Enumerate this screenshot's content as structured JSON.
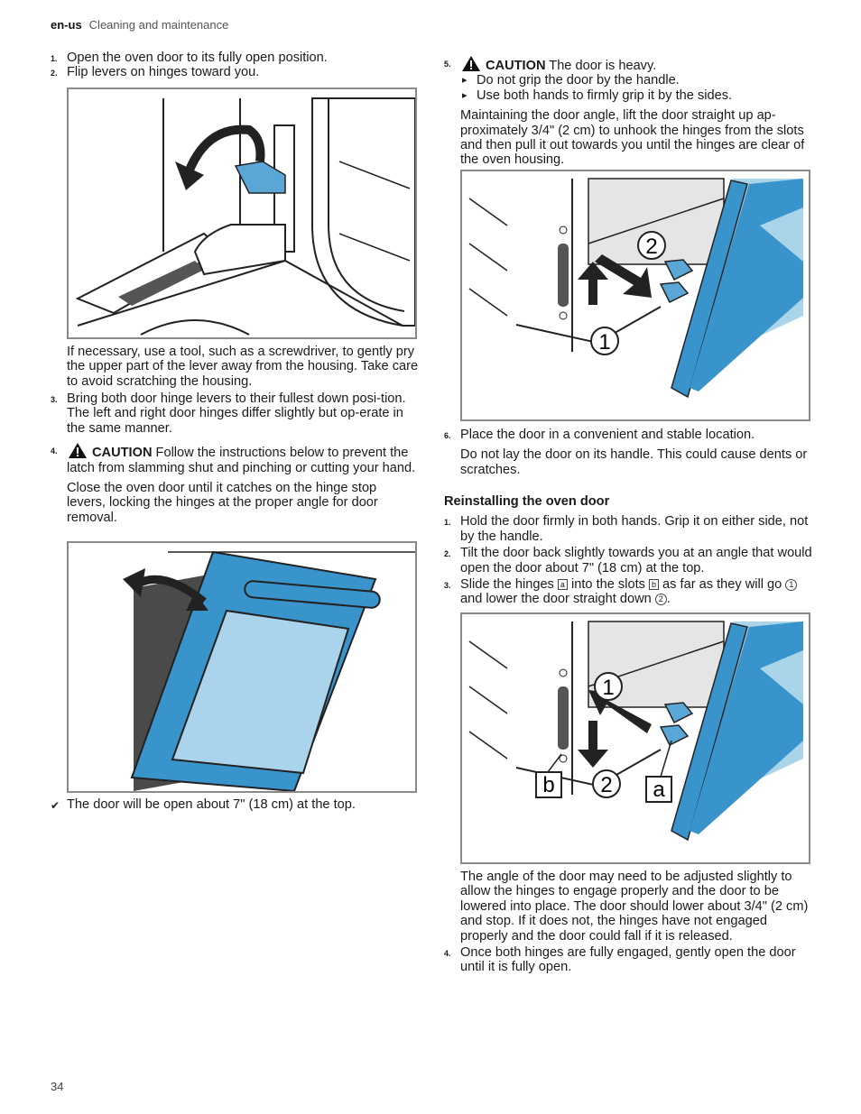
{
  "header": {
    "lang": "en-us",
    "section": "Cleaning and maintenance"
  },
  "left": {
    "step1": {
      "num": "1.",
      "text": "Open the oven door to its fully open position."
    },
    "step2": {
      "num": "2.",
      "text": "Flip levers on hinges toward you."
    },
    "note1": "If necessary, use a tool, such as a screwdriver, to gently pry the upper part of the lever away from the housing. Take care to avoid scratching the housing.",
    "step3": {
      "num": "3.",
      "text": "Bring both door hinge levers to their fullest down posi-tion. The left and right door hinges differ slightly but op-erate in the same manner."
    },
    "step4": {
      "num": "4.",
      "caution": "CAUTION",
      "text": " Follow the instructions below to prevent the latch from slamming shut and pinching or cutting your hand."
    },
    "note2": "Close the oven door until it catches on the hinge stop levers, locking the hinges at the proper angle for door removal.",
    "result": {
      "icon": "check-icon",
      "text": "The door will be open about 7\" (18 cm) at the top."
    }
  },
  "right": {
    "step5": {
      "num": "5.",
      "caution": "CAUTION",
      "text": " The door is heavy."
    },
    "bullets": [
      "Do not grip the door by the handle.",
      "Use both hands to firmly grip it by the sides."
    ],
    "note5": "Maintaining the door angle, lift the door straight up ap-proximately 3/4\" (2 cm) to unhook the hinges from the slots and then pull it out towards you until the hinges are clear of the oven housing.",
    "fig3_labels": {
      "one": "1",
      "two": "2"
    },
    "step6": {
      "num": "6.",
      "text": "Place the door in a convenient and stable location."
    },
    "note6": "Do not lay the door on its handle. This could cause dents or scratches.",
    "subhead": "Reinstalling the oven door",
    "r1": {
      "num": "1.",
      "text": "Hold the door firmly in both hands. Grip it on either side, not by the handle."
    },
    "r2": {
      "num": "2.",
      "text": "Tilt the door back slightly towards you at an angle that would open the door about 7\" (18 cm) at the top."
    },
    "r3": {
      "num": "3.",
      "a": "Slide the hinges ",
      "boxa": "a",
      "b": " into the slots ",
      "boxb": "b",
      "c": " as far as they will go ",
      "c1": "1",
      "d": " and lower the door straight down ",
      "c2": "2",
      "e": "."
    },
    "fig4_labels": {
      "one": "1",
      "two": "2",
      "a": "a",
      "b": "b"
    },
    "note_r3": "The angle of the door may need to be adjusted slightly to allow the hinges to engage properly and the door to be lowered into place. The door should lower about 3/4\" (2 cm) and stop. If it does not, the hinges have not engaged properly and the door could fall if it is released.",
    "r4": {
      "num": "4.",
      "text": "Once both hinges are fully engaged, gently open the door until it is fully open."
    }
  },
  "footer": {
    "page": "34"
  }
}
